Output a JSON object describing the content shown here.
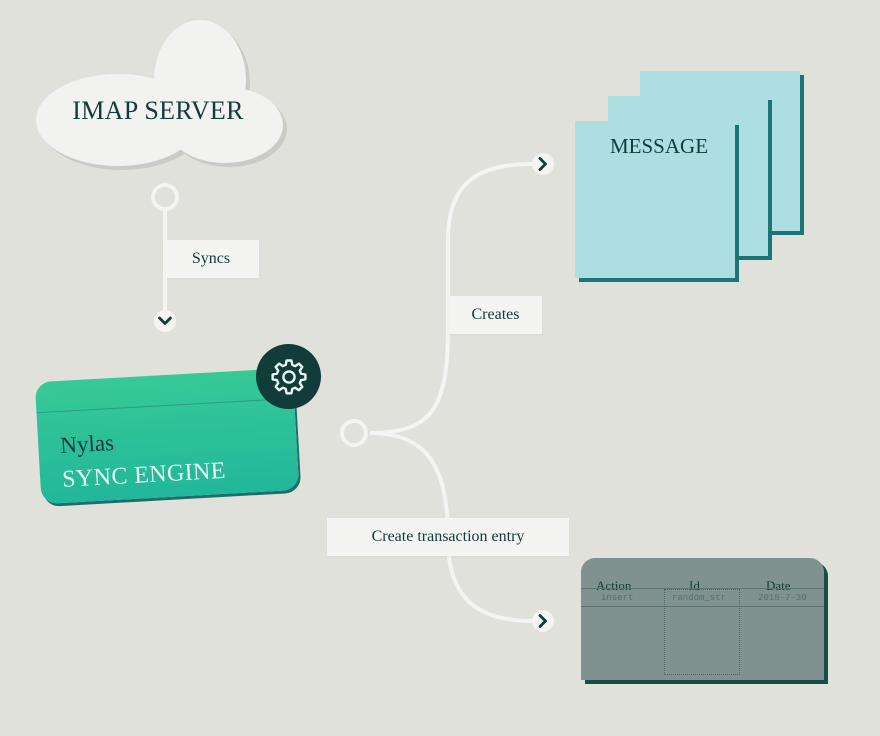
{
  "nodes": {
    "imap": {
      "label": "IMAP SERVER"
    },
    "sync_engine": {
      "brand": "Nylas",
      "title": "SYNC ENGINE",
      "icon": "gear-icon"
    },
    "message": {
      "label": "MESSAGE"
    },
    "transaction_table": {
      "columns": [
        "Action",
        "Id",
        "Date"
      ],
      "rows": [
        {
          "action": "insert",
          "id": "random_str",
          "date": "2018-7-30"
        }
      ]
    }
  },
  "edges": {
    "syncs": {
      "label": "Syncs"
    },
    "creates": {
      "label": "Creates"
    },
    "create_transaction": {
      "label": "Create transaction entry"
    }
  },
  "colors": {
    "background": "#dfe1da",
    "dark_teal": "#123b3c",
    "green": "#2bbf99",
    "message_blue": "#acdee2",
    "table_gray": "#7f928f"
  }
}
